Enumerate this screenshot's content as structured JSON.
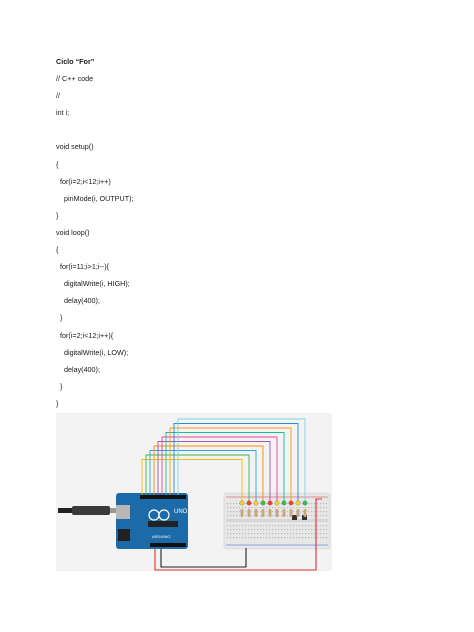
{
  "document": {
    "title": "Ciclo “For”",
    "code_lines": [
      "// C++ code",
      "//",
      "int i;",
      "",
      "void setup()",
      "{",
      "  for(i=2;i<12;i++)",
      "    pinMode(i, OUTPUT);",
      "}",
      "void loop()",
      "{",
      "  for(i=11;i>1;i--){",
      "    digitalWrite(i, HIGH);",
      "    delay(400);",
      "  }",
      "  for(i=2;i<12;i++){",
      "    digitalWrite(i, LOW);",
      "    delay(400);",
      "  }",
      "}"
    ]
  },
  "figure": {
    "board_labels": {
      "uno": "UNO",
      "arduino": "ARDUINO"
    },
    "colors": {
      "board": "#1c6aa8",
      "breadboard": "#e7e7e7",
      "wire_gnd": "#222222",
      "wire_5v": "#d93030",
      "wires": [
        "#f0c000",
        "#3fb44a",
        "#29a8e0",
        "#ff8a00",
        "#9b59b6",
        "#e84393",
        "#1abc9c",
        "#f39c12",
        "#2e86de",
        "#7ed6df"
      ],
      "leds": [
        "#ffd21f",
        "#ff3b30",
        "#ffd21f",
        "#33c24d",
        "#ff3b30",
        "#ffd21f",
        "#33c24d",
        "#ff3b30",
        "#ffd21f",
        "#33c24d"
      ]
    }
  }
}
